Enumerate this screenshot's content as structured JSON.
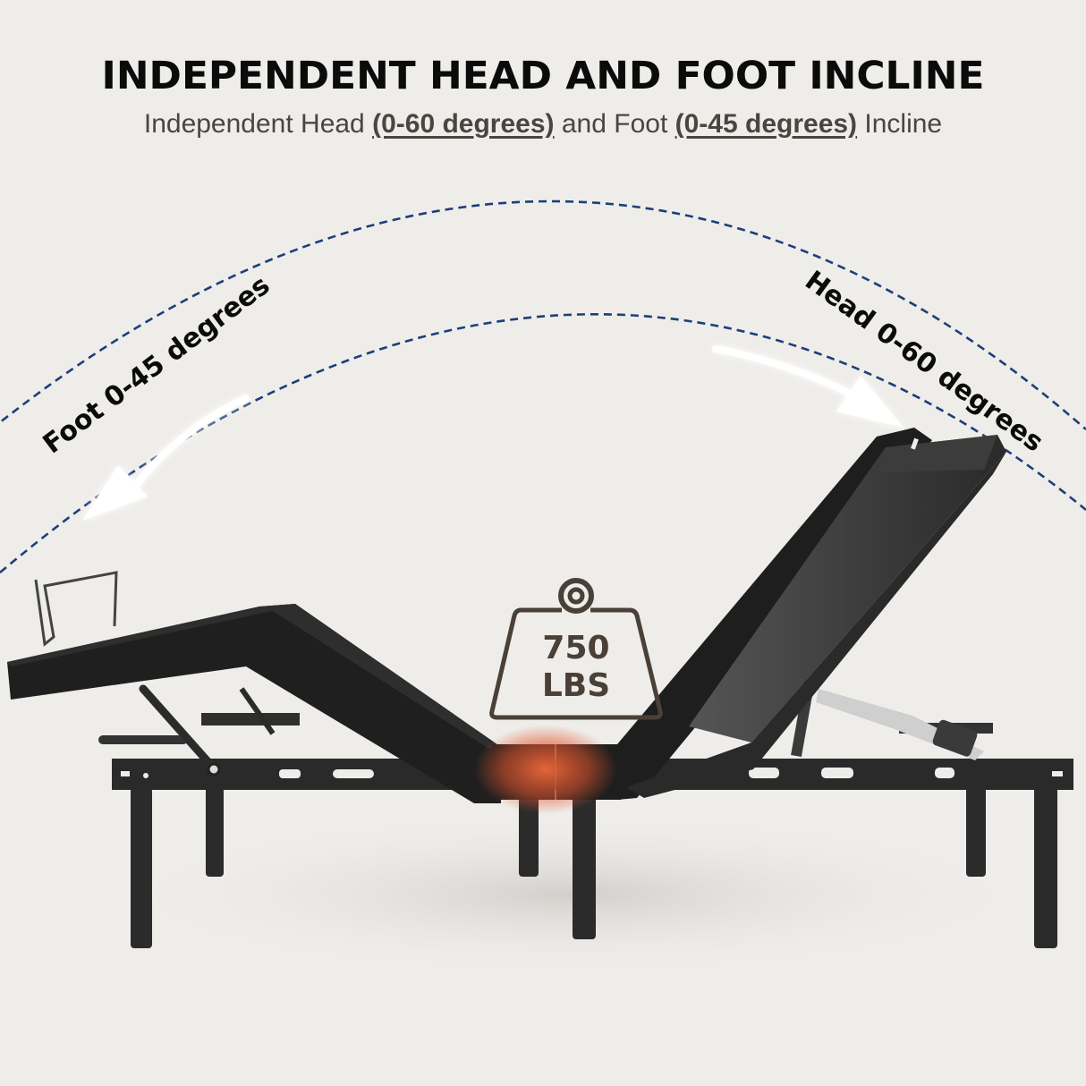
{
  "header": {
    "title": "INDEPENDENT HEAD AND FOOT INCLINE",
    "subtitle": {
      "part1": "Independent Head ",
      "head_range": "(0-60 degrees)",
      "part2": " and Foot ",
      "foot_range": "(0-45 degrees)",
      "part3": " Incline"
    }
  },
  "labels": {
    "foot": "Foot 0-45 degrees",
    "head": "Head 0-60 degrees"
  },
  "weight_badge": {
    "value": "750",
    "unit": "LBS",
    "icon": "weight-icon"
  },
  "colors": {
    "background": "#efedea",
    "arc_dashed": "#1c3f7a",
    "arrow_glow": "#6fa6ee",
    "bed_dark": "#1e1e1e",
    "frame": "#2a2a2b",
    "heat": "#f06a3c",
    "weight_outline": "#4a4038"
  }
}
